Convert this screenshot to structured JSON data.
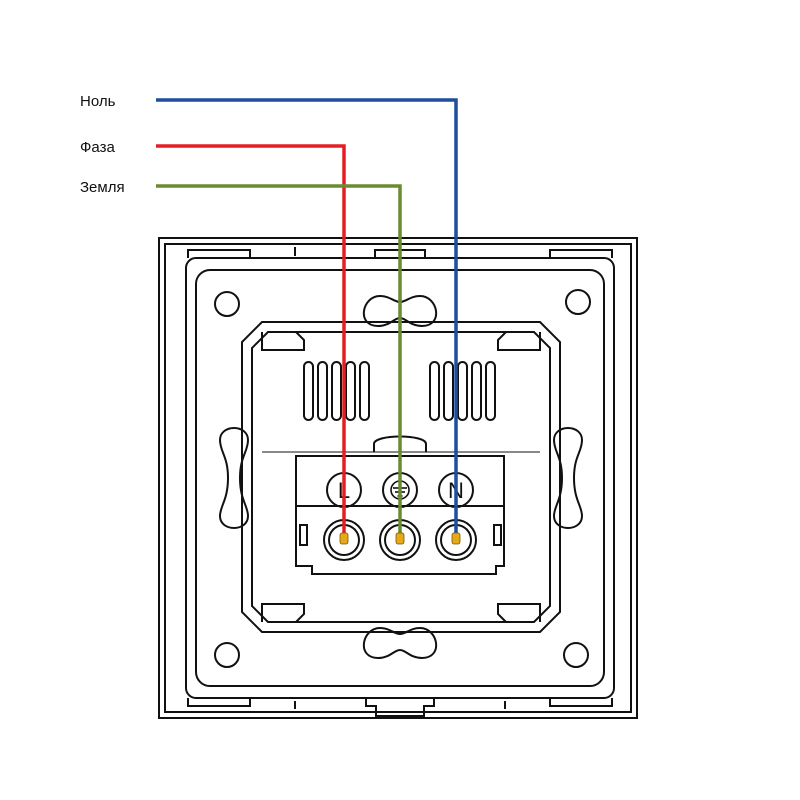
{
  "wires": [
    {
      "id": "neutral",
      "label": "Ноль",
      "color": "#1f4e9a"
    },
    {
      "id": "phase",
      "label": "Фаза",
      "color": "#e31e24"
    },
    {
      "id": "earth",
      "label": "Земля",
      "color": "#6a8c2e"
    }
  ],
  "terminals": [
    {
      "id": "phase",
      "mark": "L"
    },
    {
      "id": "earth",
      "mark": "earth-symbol-icon"
    },
    {
      "id": "neutral",
      "mark": "N"
    }
  ],
  "colors": {
    "line": "#111111",
    "screw_dot": "#e6a817",
    "background": "#ffffff"
  }
}
